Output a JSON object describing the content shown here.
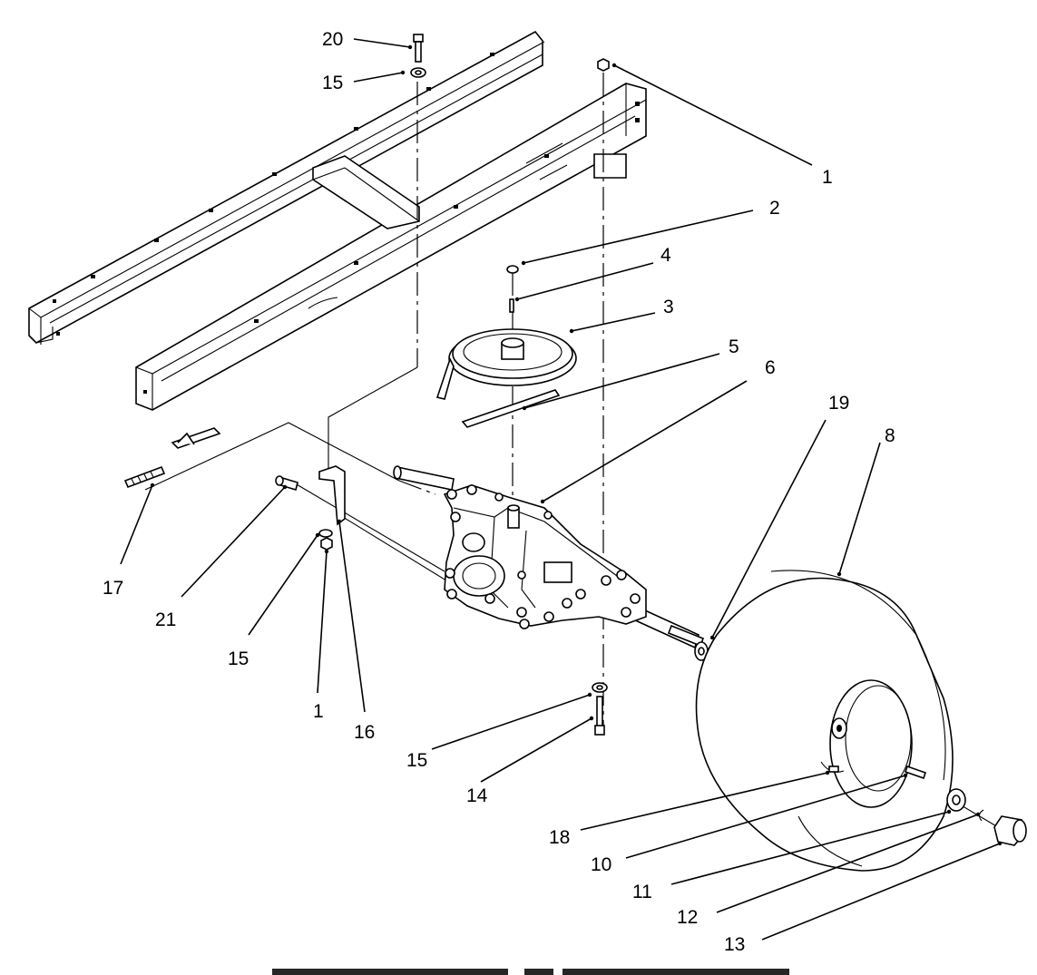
{
  "callouts": [
    {
      "id": "c20",
      "text": "20"
    },
    {
      "id": "c15a",
      "text": "15"
    },
    {
      "id": "c1a",
      "text": "1"
    },
    {
      "id": "c2",
      "text": "2"
    },
    {
      "id": "c4",
      "text": "4"
    },
    {
      "id": "c3",
      "text": "3"
    },
    {
      "id": "c5",
      "text": "5"
    },
    {
      "id": "c6",
      "text": "6"
    },
    {
      "id": "c19",
      "text": "19"
    },
    {
      "id": "c8",
      "text": "8"
    },
    {
      "id": "c17",
      "text": "17"
    },
    {
      "id": "c21",
      "text": "21"
    },
    {
      "id": "c15b",
      "text": "15"
    },
    {
      "id": "c1b",
      "text": "1"
    },
    {
      "id": "c16",
      "text": "16"
    },
    {
      "id": "c15c",
      "text": "15"
    },
    {
      "id": "c14",
      "text": "14"
    },
    {
      "id": "c18",
      "text": "18"
    },
    {
      "id": "c10",
      "text": "10"
    },
    {
      "id": "c11",
      "text": "11"
    },
    {
      "id": "c12",
      "text": "12"
    },
    {
      "id": "c13",
      "text": "13"
    }
  ]
}
